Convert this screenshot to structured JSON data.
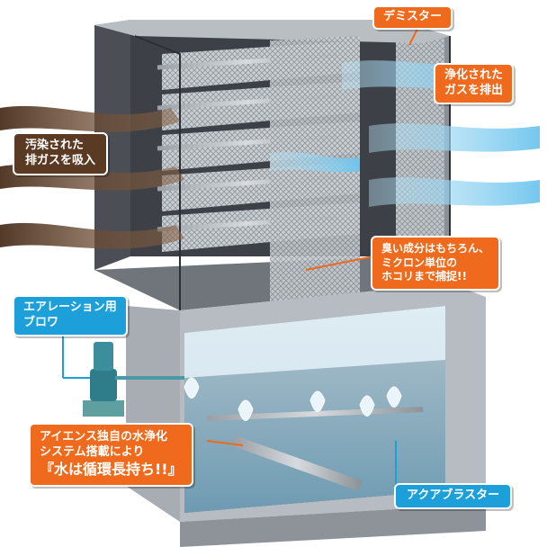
{
  "labels": {
    "demister": "デミスター",
    "clean_gas": [
      "浄化された",
      "ガスを排出"
    ],
    "dirty_gas": [
      "汚染された",
      "排ガスを吸入"
    ],
    "odor": [
      "臭い成分はもちろん、",
      "ミクロン単位の",
      "ホコリまで捕捉!!"
    ],
    "blower": [
      "エアレーション用",
      "ブロワ"
    ],
    "water": [
      "アイエンス独自の水浄化",
      "システム搭載により",
      "『水は循環長持ち!!』"
    ],
    "aqua": "アクアブラスター"
  },
  "colors": {
    "callout_orange": "#ef6a1c",
    "callout_blue": "#1d9fd9",
    "dirty_gas_brown": "#5a3a22",
    "clean_gas_blue": "#8fd2f2",
    "water_blue": "#9fd3ec"
  }
}
